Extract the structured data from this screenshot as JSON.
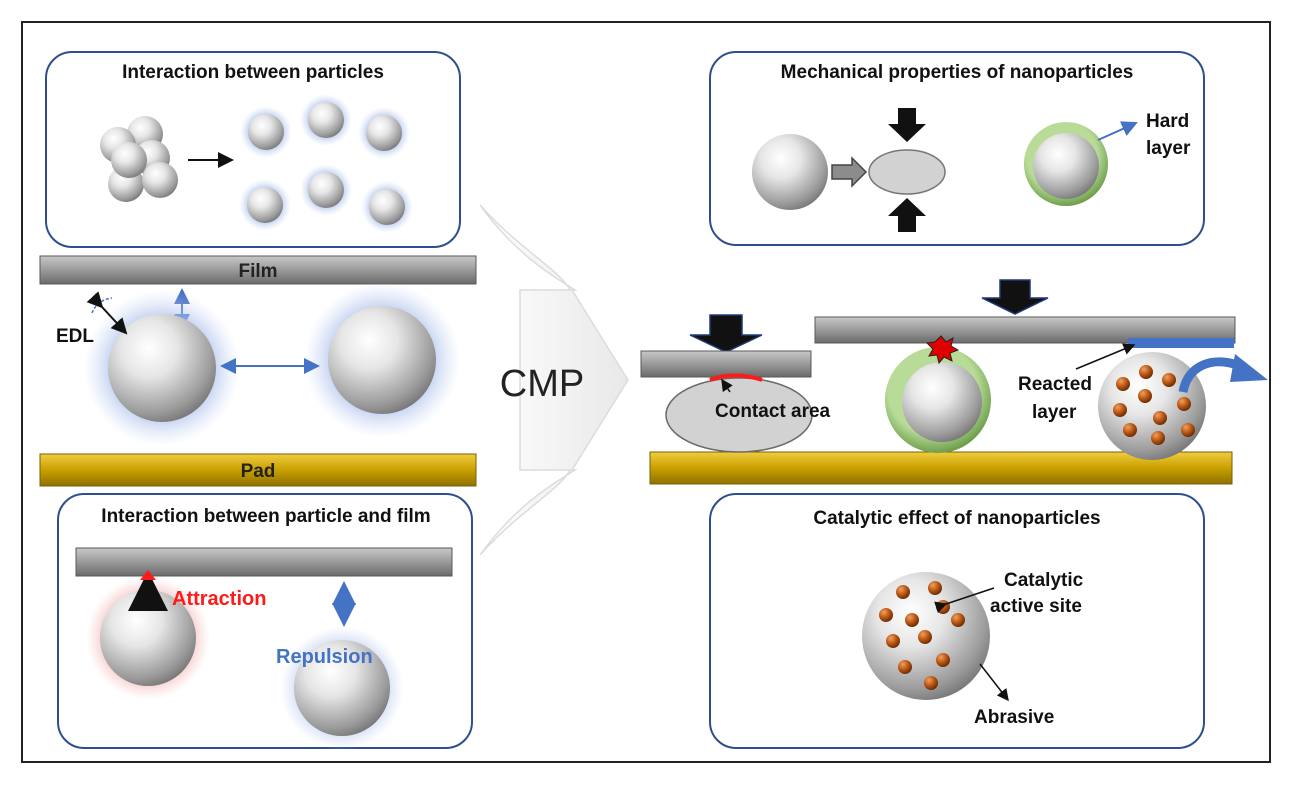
{
  "panels": {
    "particles_title": "Interaction between particles",
    "mechanical_title": "Mechanical properties of nanoparticles",
    "film_title": "Interaction between particle and film",
    "catalytic_title": "Catalytic effect of nanoparticles"
  },
  "labels": {
    "film": "Film",
    "pad": "Pad",
    "edl": "EDL",
    "cmp": "CMP",
    "hard_layer_1": "Hard",
    "hard_layer_2": "layer",
    "contact_area": "Contact area",
    "reacted_layer_1": "Reacted",
    "reacted_layer_2": "layer",
    "attraction": "Attraction",
    "repulsion": "Repulsion",
    "catalytic_1": "Catalytic",
    "catalytic_2": "active site",
    "abrasive": "Abrasive"
  },
  "colors": {
    "panel_border": "#2e4f8f",
    "arrow_blue": "#4472c4",
    "attraction_red": "#ff1a1a",
    "repulsion_blue": "#4472c4",
    "film_gray": "#8c8c8c",
    "pad_gold": "#c9a000",
    "hard_layer_green": "#8fbf6a",
    "catalyst_brown": "#b5520f"
  }
}
